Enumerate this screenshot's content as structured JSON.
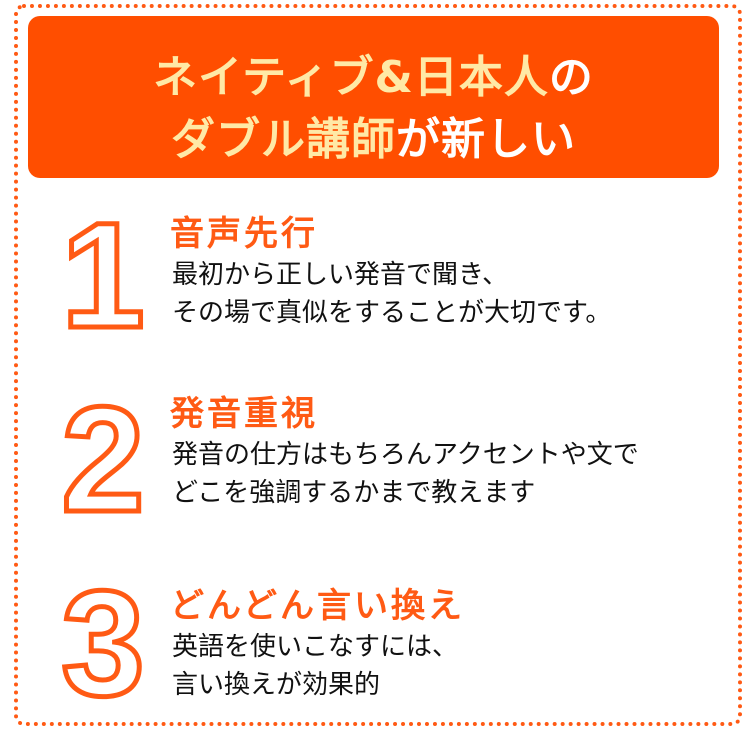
{
  "header": {
    "line1": {
      "highlight": "ネイティブ&日本人",
      "rest": "の"
    },
    "line2": {
      "highlight": "ダブル講師",
      "rest": "が新しい"
    }
  },
  "colors": {
    "accent": "#FF4E00",
    "outline": "#FF5A14",
    "highlight_text": "#FFE9A6",
    "body_text": "#111111"
  },
  "items": [
    {
      "number": "1",
      "heading": "音声先行",
      "lines": [
        "最初から正しい発音で聞き、",
        "その場で真似をすることが大切です。"
      ]
    },
    {
      "number": "2",
      "heading": "発音重視",
      "lines": [
        "発音の仕方はもちろんアクセントや文で",
        "どこを強調するかまで教えます"
      ]
    },
    {
      "number": "3",
      "heading": "どんどん言い換え",
      "lines": [
        "英語を使いこなすには、",
        "言い換えが効果的"
      ]
    }
  ]
}
